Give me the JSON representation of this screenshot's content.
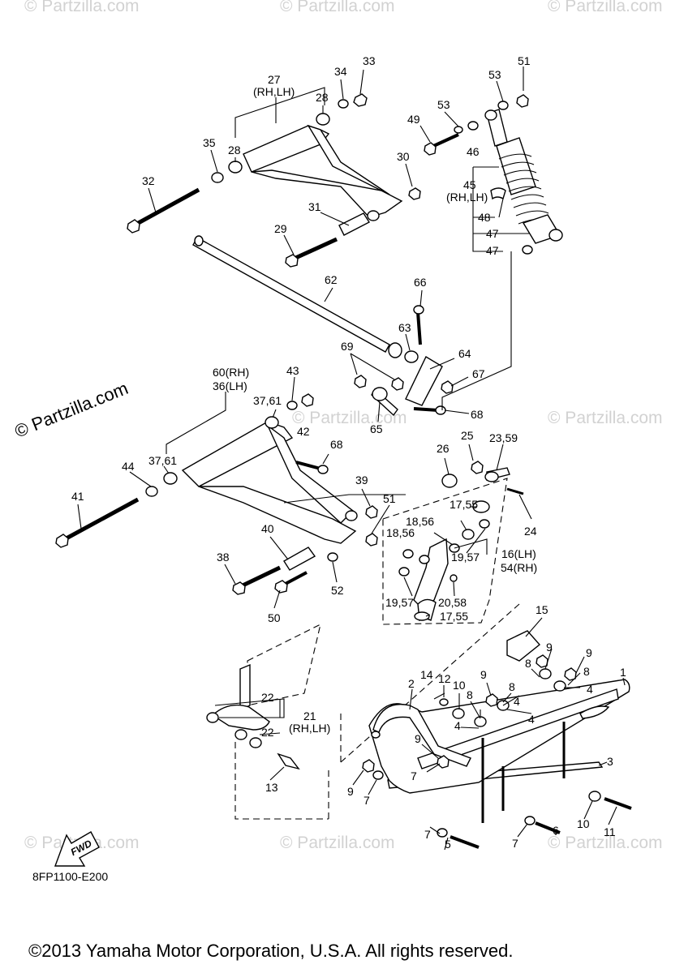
{
  "watermark": {
    "main": "© Partzilla.com",
    "faint": "© Partzilla.com"
  },
  "diagram_code": "8FP1100-E200",
  "fwd_label": "FWD",
  "copyright": "©2013 Yamaha Motor Corporation, U.S.A. All rights reserved.",
  "callouts": {
    "c27": "27",
    "c27b": "(RH,LH)",
    "c34": "34",
    "c33": "33",
    "c28a": "28",
    "c28b": "28",
    "c35": "35",
    "c30": "30",
    "c32": "32",
    "c31": "31",
    "c29": "29",
    "c51a": "51",
    "c53a": "53",
    "c53b": "53",
    "c49": "49",
    "c46": "46",
    "c45": "45",
    "c45b": "(RH,LH)",
    "c48": "48",
    "c47a": "47",
    "c47b": "47",
    "c62": "62",
    "c66": "66",
    "c63": "63",
    "c64": "64",
    "c69": "69",
    "c67": "67",
    "c60": "60(RH)",
    "c36": "36(LH)",
    "c43": "43",
    "c3761a": "37,61",
    "c42": "42",
    "c65": "65",
    "c68a": "68",
    "c68b": "68",
    "c44": "44",
    "c3761b": "37,61",
    "c41": "41",
    "c26": "26",
    "c25": "25",
    "c2359": "23,59",
    "c24": "24",
    "c39": "39",
    "c51b": "51",
    "c1755a": "17,55",
    "c1856a": "18,56",
    "c1856b": "18,56",
    "c1957a": "19,57",
    "c16": "16(LH)",
    "c54": "54(RH)",
    "c2058": "20,58",
    "c1957b": "19,57",
    "c1755b": "17,55",
    "c40": "40",
    "c38": "38",
    "c52": "52",
    "c50": "50",
    "c15": "15",
    "c9a": "9",
    "c9b": "9",
    "c8a": "8",
    "c8b": "8",
    "c4a": "4",
    "c1": "1",
    "c14": "14",
    "c12": "12",
    "c10a": "10",
    "c9c": "9",
    "c8c": "8",
    "c8d": "8",
    "c4b": "4",
    "c4c": "4",
    "c2": "2",
    "c4d": "4",
    "c22a": "22",
    "c21": "21",
    "c21b": "(RH,LH)",
    "c22b": "22",
    "c13": "13",
    "c9d": "9",
    "c7a": "7",
    "c3": "3",
    "c9e": "9",
    "c7b": "7",
    "c10b": "10",
    "c11": "11",
    "c6": "6",
    "c7c": "7",
    "c5": "5",
    "c7d": "7"
  }
}
